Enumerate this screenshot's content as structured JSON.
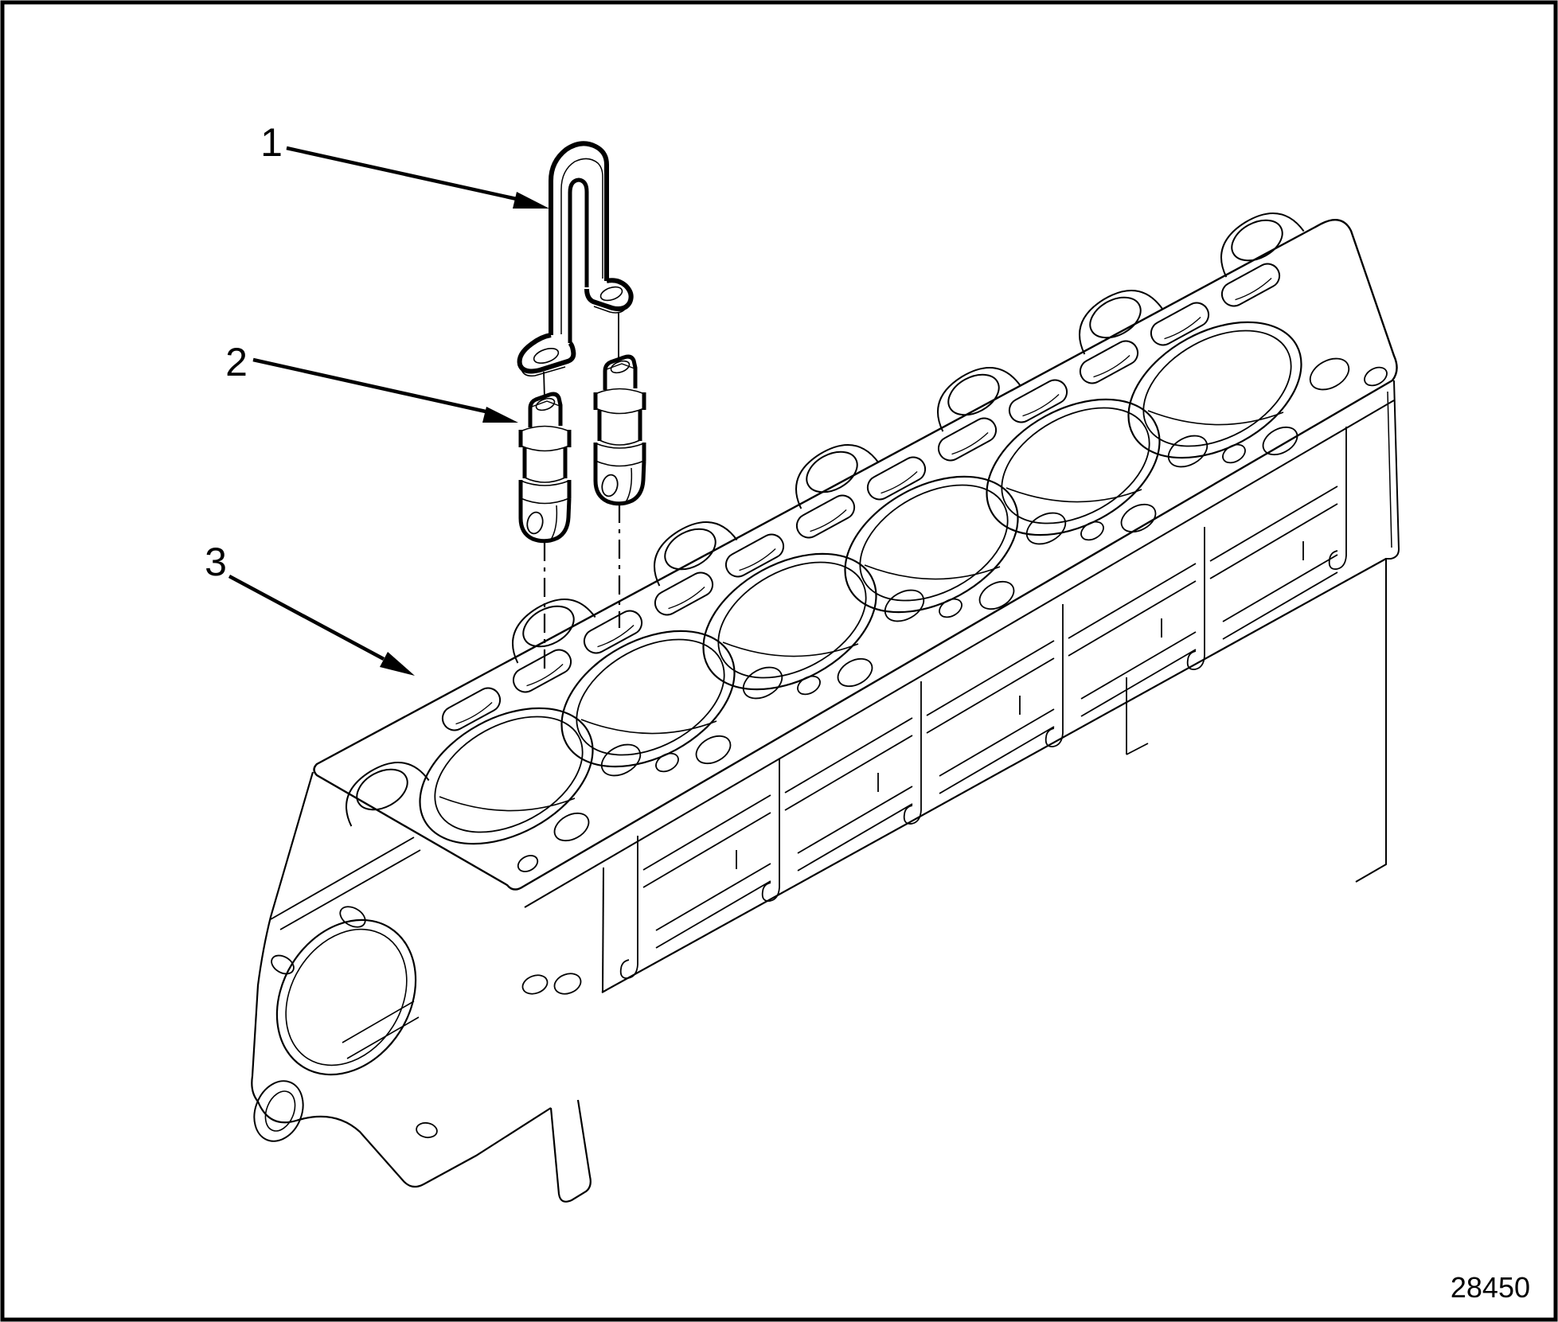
{
  "figure": {
    "number": "28450"
  },
  "callouts": [
    {
      "label": "1",
      "target": "remover-installer-tool"
    },
    {
      "label": "2",
      "target": "valve-lifter"
    },
    {
      "label": "3",
      "target": "cylinder-block"
    }
  ],
  "colors": {
    "line": "#000000",
    "background": "#ffffff"
  }
}
